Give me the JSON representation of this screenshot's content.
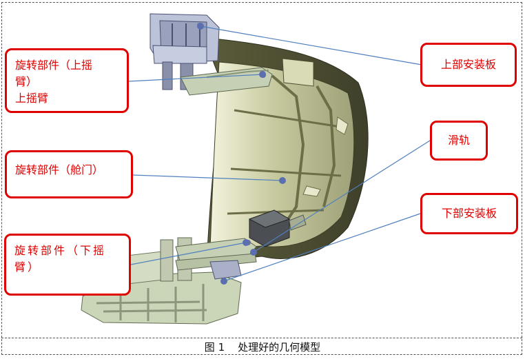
{
  "callouts": {
    "upper_arm": {
      "line1": "旋转部件（上摇",
      "line2": "臂）",
      "line3": "上摇臂"
    },
    "hatch": {
      "label": "旋转部件（舱门）"
    },
    "lower_arm": {
      "line1": "旋转部件（下摇",
      "line2": "臂）"
    },
    "upper_plate": {
      "label": "上部安装板"
    },
    "rail": {
      "label": "滑轨"
    },
    "lower_plate": {
      "label": "下部安装板"
    }
  },
  "caption": "图 1    处理好的几何模型",
  "colors": {
    "callout_border": "#e00000",
    "callout_text": "#e00000",
    "leader_line": "#4f7fbf",
    "hatch_fill": "#c3c79b",
    "hatch_dark": "#5d5f3d",
    "plate_fill": "#c8d2b6",
    "mechanism": "#aab0c8"
  }
}
